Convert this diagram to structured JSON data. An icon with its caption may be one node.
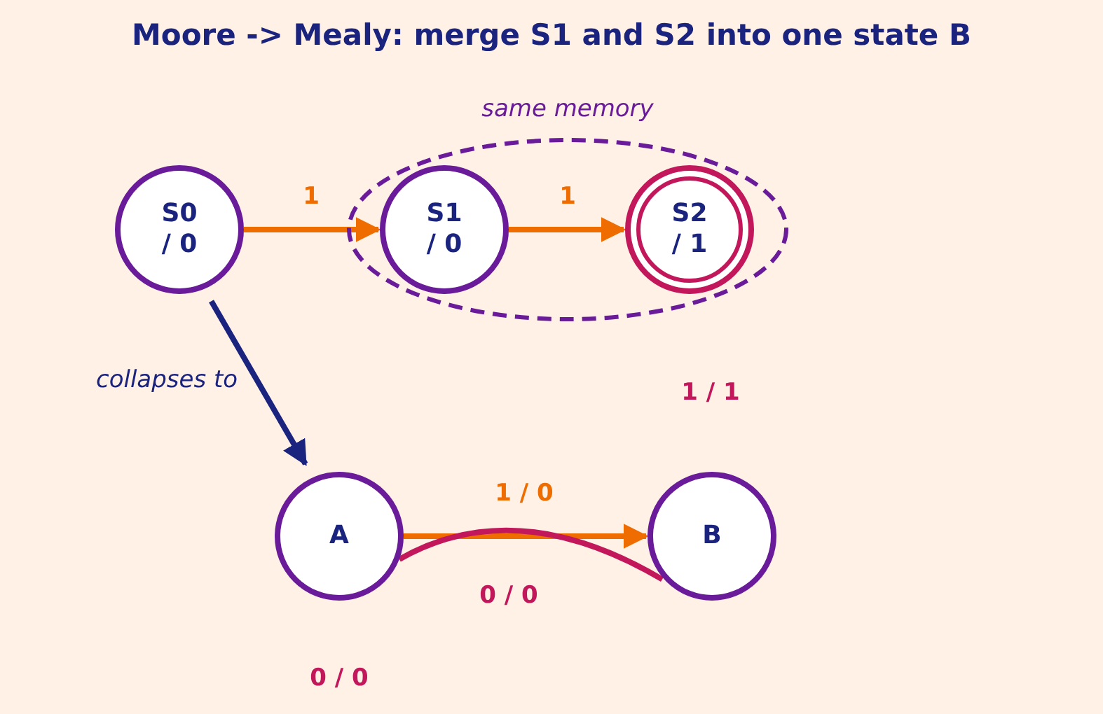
{
  "diagram": {
    "title": "Moore -> Mealy: merge S1 and S2 into one state B",
    "nodes": [
      {
        "text": [
          "S0 / 0"
        ]
      },
      {
        "text": [
          "same memory"
        ]
      },
      {
        "text": [
          "S1 / 0"
        ],
        "in": 1
      },
      {
        "text": [
          "S2 / 1"
        ],
        "in": 1
      },
      {
        "text": [
          "A"
        ]
      },
      {
        "text": [
          "B"
        ]
      }
    ],
    "edges": [
      {
        "from": 0,
        "to": 2,
        "arrow": "to",
        "label": "1"
      },
      {
        "from": 2,
        "to": 3,
        "arrow": "to",
        "label": "1"
      },
      {
        "from": 0,
        "to": 4,
        "arrow": "to",
        "label": "collapses to",
        "color": "#1a237e"
      },
      {
        "from": 4,
        "to": 5,
        "arrow": "to",
        "label": "1 / 0"
      },
      {
        "from": 4,
        "to": 5,
        "arrow": "none",
        "label": "0 / 0",
        "color": "#c2185b"
      }
    ],
    "labels": [
      "1 / 1",
      "0 / 0"
    ]
  }
}
